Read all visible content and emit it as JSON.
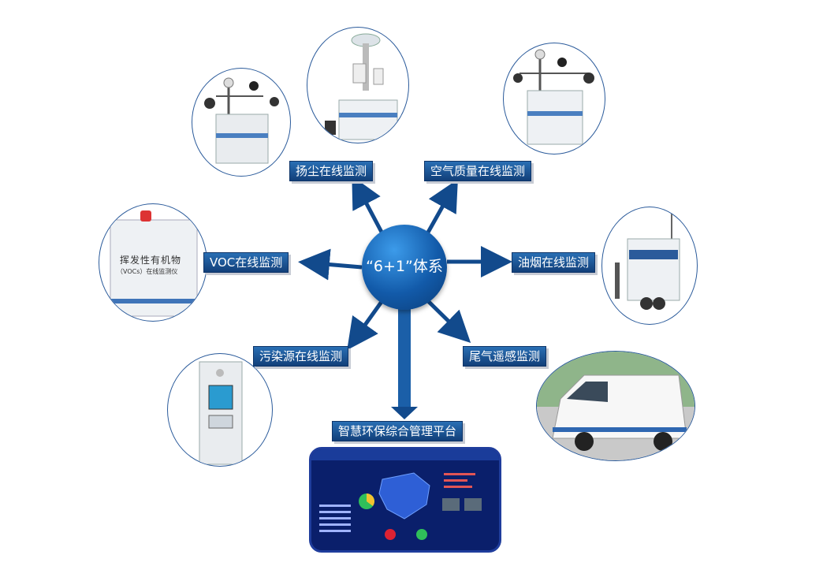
{
  "hub": {
    "label": "“6+1”体系"
  },
  "labels": {
    "dust": "扬尘在线监测",
    "air": "空气质量在线监测",
    "voc": "VOC在线监测",
    "fume": "油烟在线监测",
    "pollution": "污染源在线监测",
    "exhaust": "尾气遥感监测",
    "platform": "智慧环保综合管理平台"
  },
  "device_text": {
    "voc_line1": "挥发性有机物",
    "voc_line2": "（VOCs）在线监测仪"
  },
  "colors": {
    "accent": "#134a8e",
    "label_bg": "#1b5597"
  }
}
